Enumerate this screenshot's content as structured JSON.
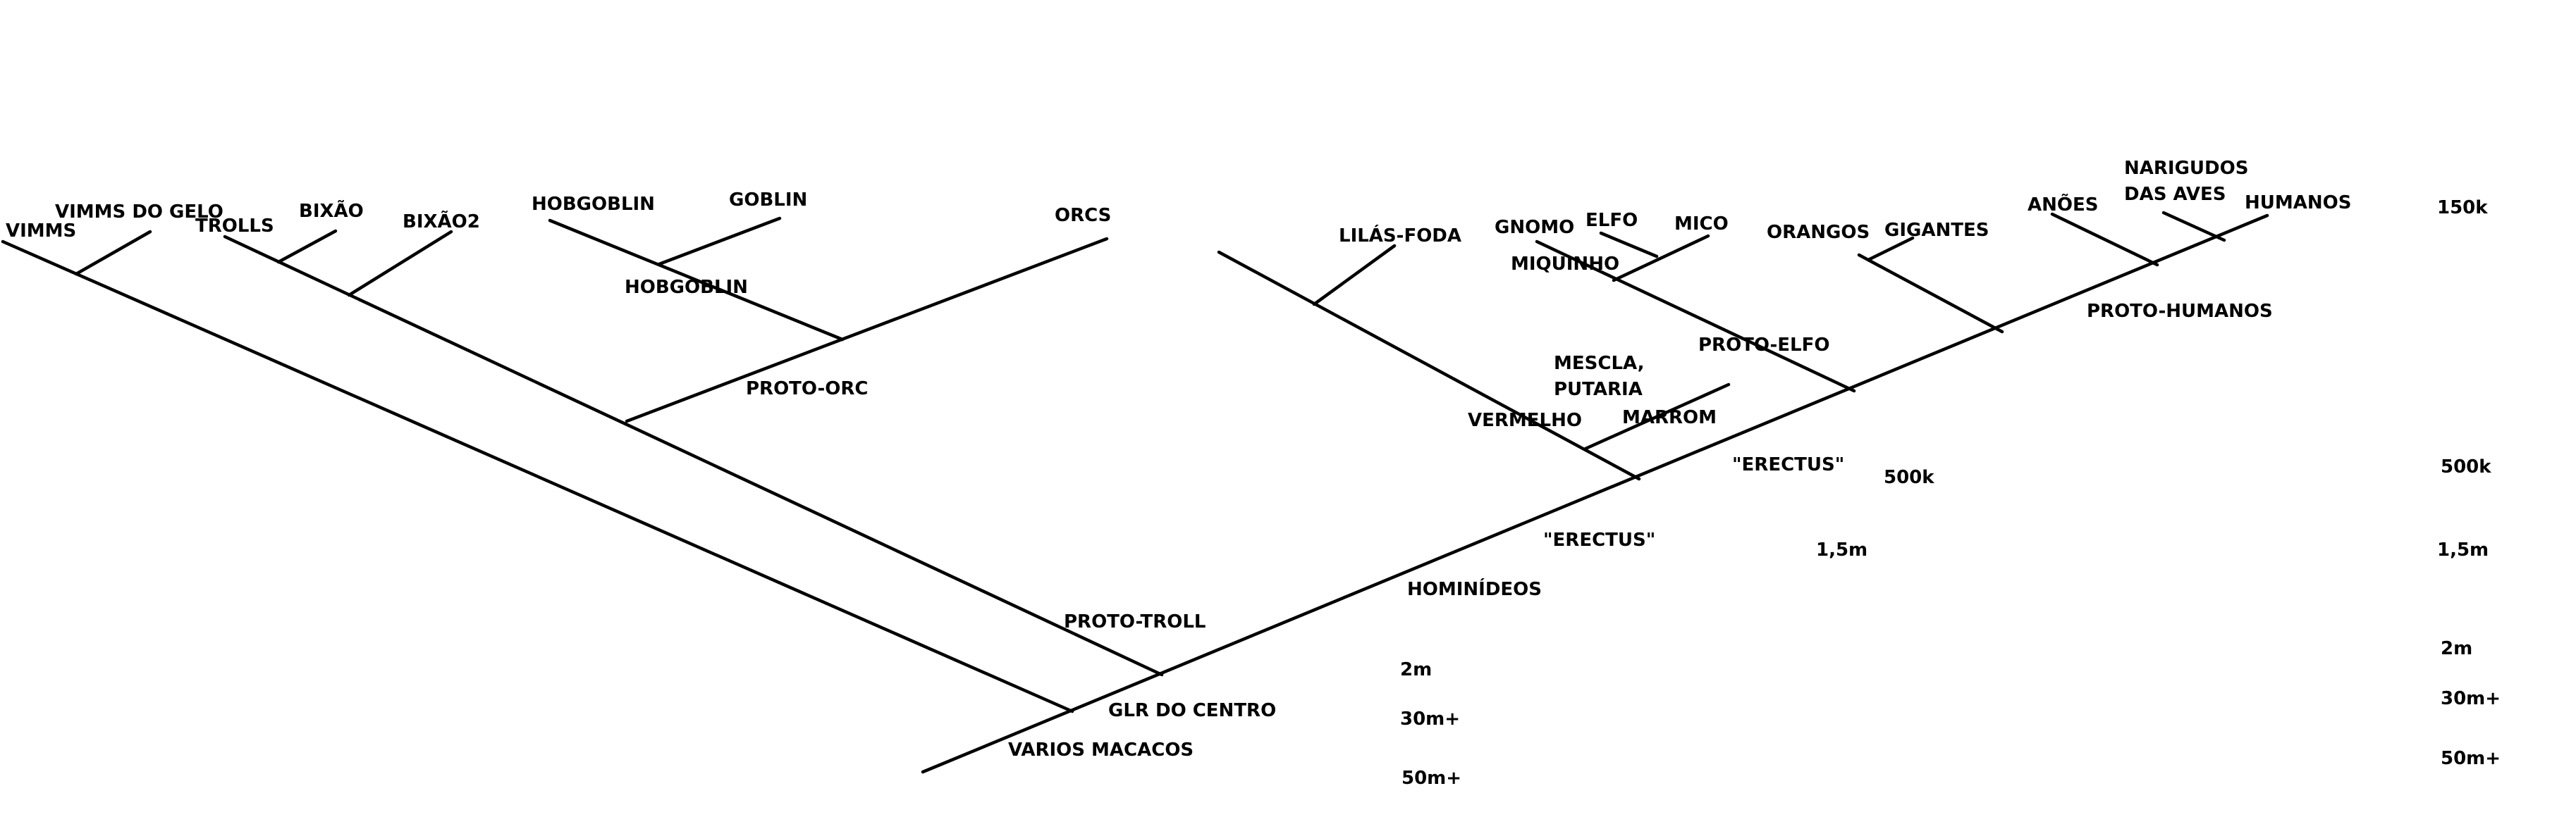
{
  "diagram": {
    "line_color": "#000000",
    "background": "#ffffff",
    "labels": {
      "vimms": "VIMMS",
      "vimms_do_gelo": "VIMMS DO GELO",
      "trolls": "TROLLS",
      "bixao": "BIXÃO",
      "bixao2": "BIXÃO2",
      "hobgoblin_top": "HOBGOBLIN",
      "goblin": "GOBLIN",
      "hobgoblin_mid": "HOBGOBLIN",
      "orcs": "ORCS",
      "proto_orc": "PROTO-ORC",
      "proto_troll": "PROTO-TROLL",
      "glr_do_centro": "GLR DO CENTRO",
      "varios_macacos": "VARIOS MACACOS",
      "lilas_foda": "LILÁS-FODA",
      "gnomo": "GNOMO",
      "elfo": "ELFO",
      "mico": "MICO",
      "miquinho": "MIQUINHO",
      "orangos": "ORANGOS",
      "gigantes": "GIGANTES",
      "anoes": "ANÕES",
      "narigudos_1": "NARIGUDOS",
      "narigudos_2": "DAS AVES",
      "humanos": "HUMANOS",
      "proto_elfo": "PROTO-ELFO",
      "proto_humanos": "PROTO-HUMANOS",
      "mescla_1": "MESCLA,",
      "mescla_2": "PUTARIA",
      "vermelho": "VERMELHO",
      "marrom": "MARROM",
      "erectus_1": "\"ERECTUS\"",
      "erectus_2": "\"ERECTUS\"",
      "hominideos": "HOMINÍDEOS"
    },
    "time_marks": {
      "t150k": "150k",
      "t500k_a": "500k",
      "t500k_b": "500k",
      "t15m_a": "1,5m",
      "t15m_b": "1,5m",
      "t2m_a": "2m",
      "t2m_b": "2m",
      "t30m_a": "30m+",
      "t30m_b": "30m+",
      "t50m_a": "50m+",
      "t50m_b": "50m+"
    }
  }
}
